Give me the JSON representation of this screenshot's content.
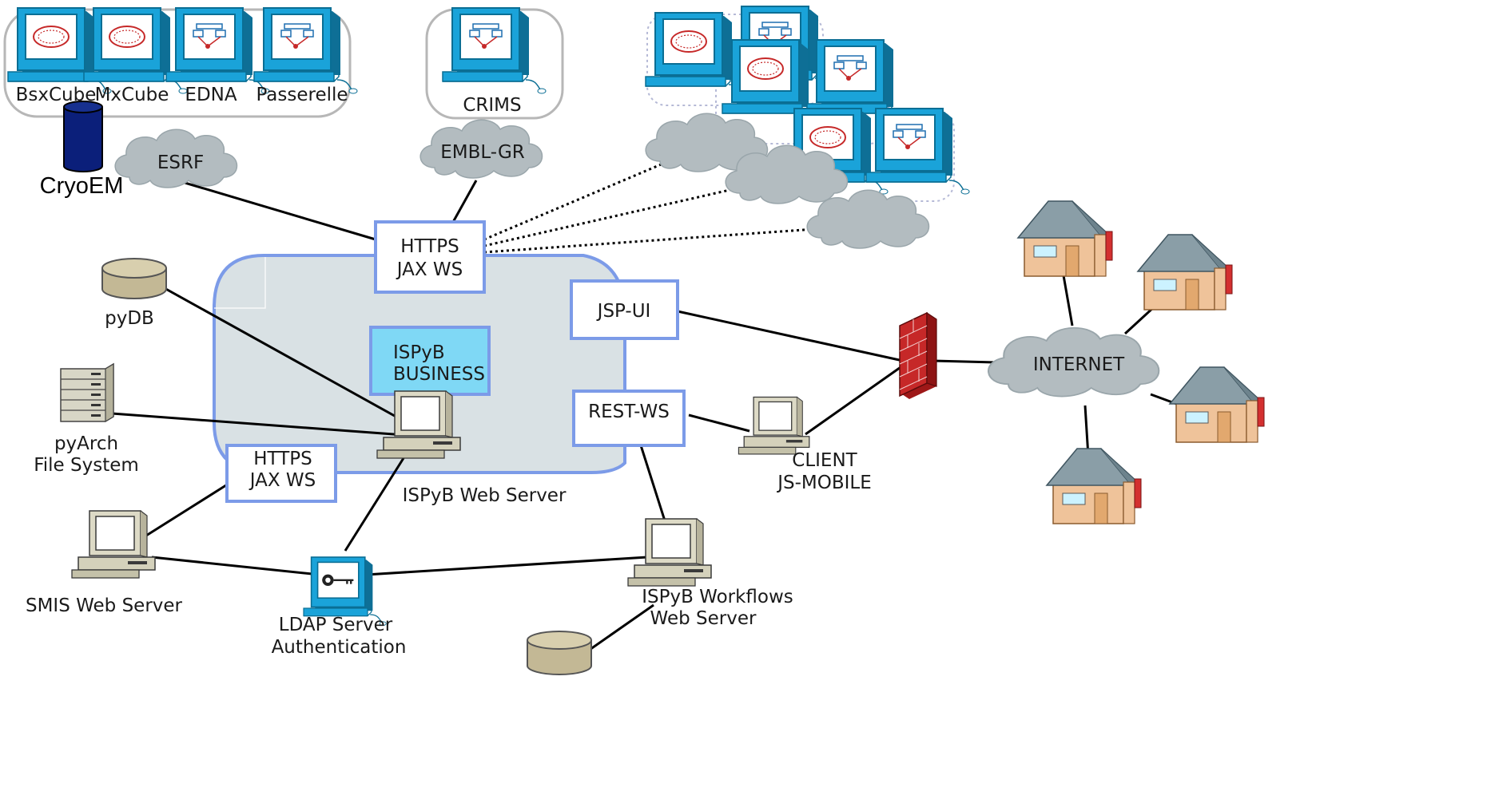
{
  "groups": {
    "clients": [
      "BsxCube",
      "MxCube",
      "EDNA",
      "Passerelle"
    ],
    "crims": "CRIMS"
  },
  "clouds": {
    "esrf": "ESRF",
    "embl": "EMBL-GR",
    "internet": "INTERNET"
  },
  "storage": {
    "cryoem": "CryoEM",
    "pydb": "pyDB",
    "pyarch": [
      "pyArch",
      "File System"
    ]
  },
  "server": {
    "https_top": [
      "HTTPS",
      "JAX WS"
    ],
    "https_bottom": [
      "HTTPS",
      "JAX WS"
    ],
    "jsp_ui": "JSP-UI",
    "rest_ws": "REST-WS",
    "business": [
      "ISPyB",
      "BUSINESS"
    ],
    "web_server": "ISPyB Web Server"
  },
  "nodes": {
    "smis": "SMIS Web Server",
    "ldap": [
      "LDAP Server",
      "Authentication"
    ],
    "workflows": [
      "ISPyB Workflows",
      "Web Server"
    ],
    "client_mobile": [
      "CLIENT",
      "JS-MOBILE"
    ]
  },
  "colors": {
    "monitor_frame": "#1aa3d9",
    "server_region_fill": "#d9e1e4",
    "box_border": "#7c9be8",
    "business_fill": "#7fd8f5",
    "cylinder_blue": "#0b1f7a",
    "cylinder_tan": "#c3b895",
    "cloud_fill": "#b3bcc0",
    "firewall_red": "#b71c1c",
    "house_wall": "#efc39a",
    "house_roof": "#8a9ea7"
  }
}
